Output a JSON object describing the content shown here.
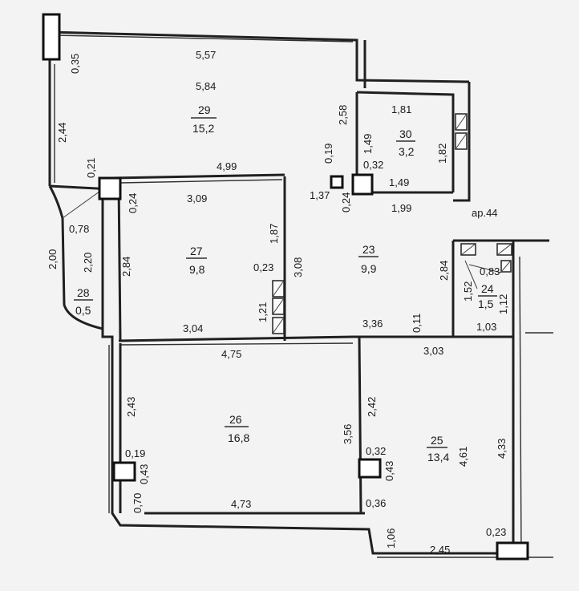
{
  "rooms": [
    {
      "number": "29",
      "area": "15,2"
    },
    {
      "number": "30",
      "area": "3,2"
    },
    {
      "number": "27",
      "area": "9,8"
    },
    {
      "number": "23",
      "area": "9,9"
    },
    {
      "number": "28",
      "area": "0,5"
    },
    {
      "number": "24",
      "area": "1,5"
    },
    {
      "number": "26",
      "area": "16,8"
    },
    {
      "number": "25",
      "area": "13,4"
    }
  ],
  "note": "ар.44",
  "dimensions": [
    "0,35",
    "5,57",
    "5,84",
    "2,44",
    "0,21",
    "4,99",
    "2,58",
    "1,81",
    "1,49",
    "0,19",
    "0,32",
    "1,82",
    "3,09",
    "0,24",
    "1,37",
    "0,24",
    "1,49",
    "1,99",
    "0,78",
    "2,00",
    "2,20",
    "2,84",
    "1,87",
    "0,23",
    "3,08",
    "2,84",
    "0,83",
    "1,52",
    "1,12",
    "1,21",
    "3,04",
    "3,36",
    "0,11",
    "1,03",
    "4,75",
    "3,03",
    "2,43",
    "2,42",
    "3,56",
    "0,32",
    "4,61",
    "4,33",
    "0,19",
    "0,43",
    "0,43",
    "0,70",
    "4,73",
    "0,36",
    "1,06",
    "2,45",
    "0,23"
  ]
}
